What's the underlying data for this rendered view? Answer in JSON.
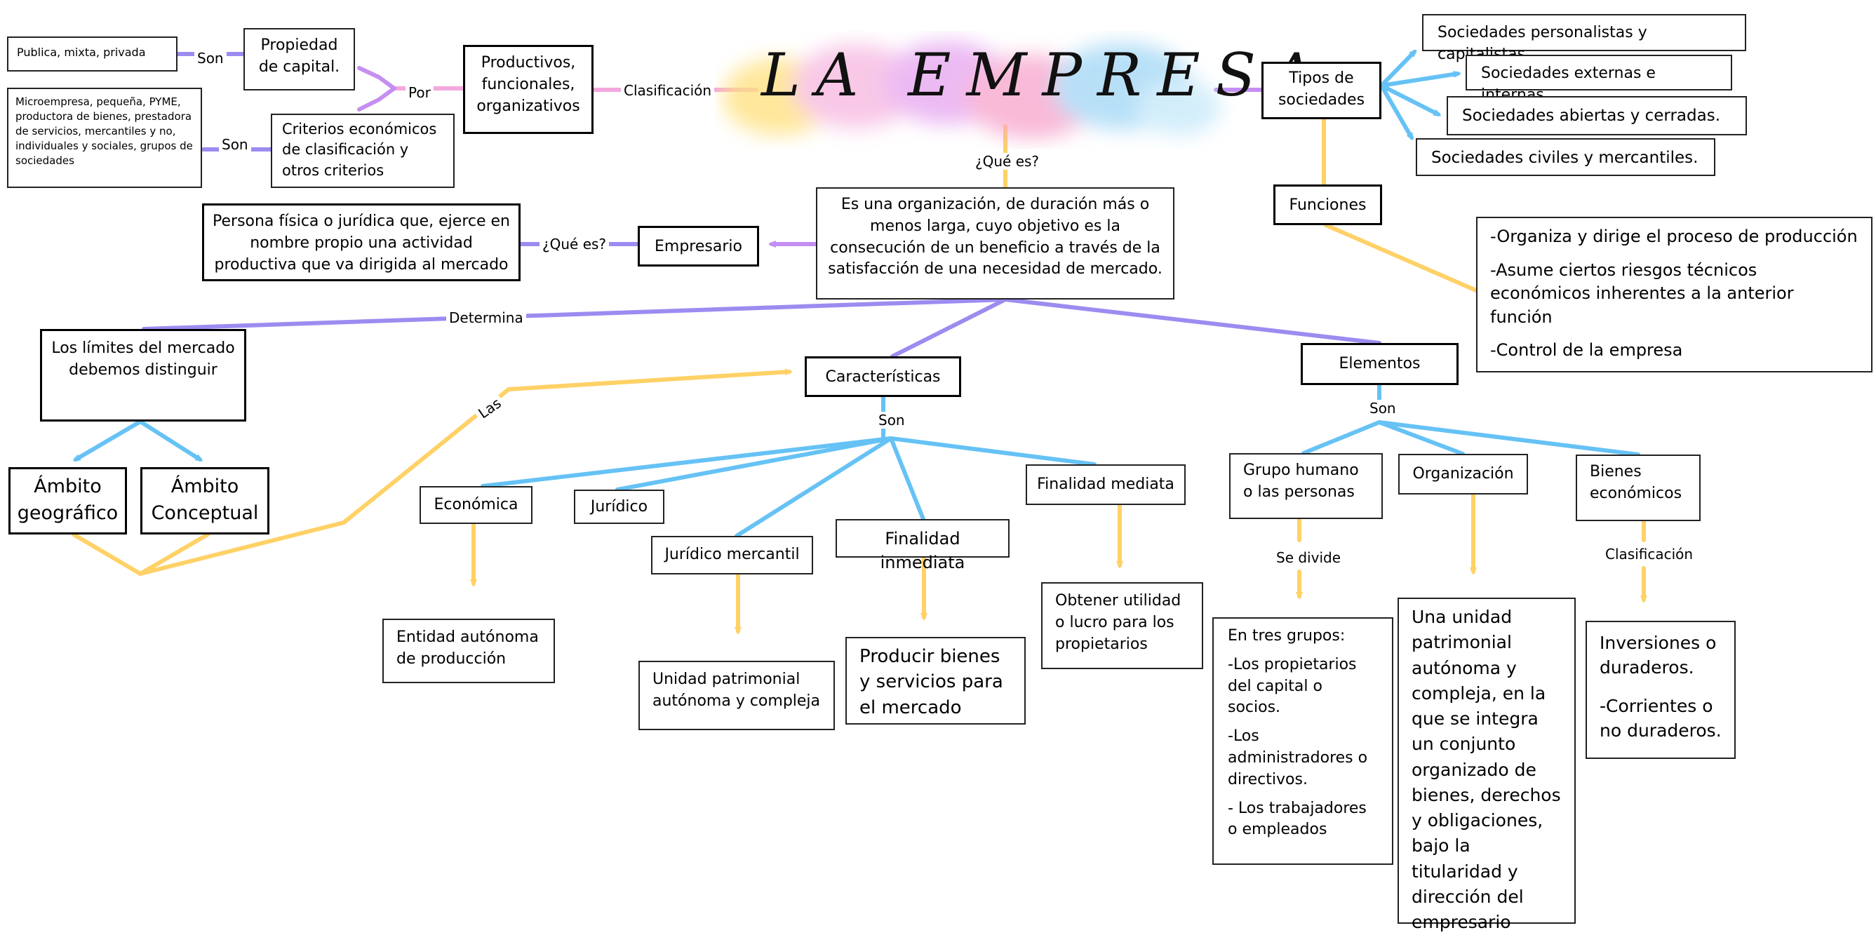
{
  "title": "LA EMPRESA",
  "colors": {
    "purple": "#9b8cf0",
    "violet": "#c58ef2",
    "pink": "#f3a8dd",
    "blue": "#66c2f5",
    "yellow": "#ffd166"
  },
  "nodes": {
    "publica": "Publica, mixta, privada",
    "propiedad": "Propiedad de capital.",
    "productivos": "Productivos, funcionales, organizativos",
    "microempresa": "Microempresa, pequeña, PYME, productora de bienes, prestadora de servicios, mercantiles y no, individuales y sociales, grupos de sociedades",
    "criterios": "Criterios económicos de clasificación y otros criterios",
    "definicion": "Es una organización, de duración más o menos larga, cuyo objetivo es la consecución de un beneficio a través de la satisfacción de una necesidad de mercado.",
    "persona": "Persona física o jurídica que, ejerce en nombre propio una actividad productiva que va dirigida al mercado",
    "empresario": "Empresario",
    "tipos": "Tipos de sociedades",
    "funciones": "Funciones",
    "soc1": "Sociedades personalistas y capitalistas.",
    "soc2": "Sociedades externas e internas.",
    "soc3": "Sociedades abiertas y cerradas.",
    "soc4": "Sociedades civiles y mercantiles.",
    "func_list": [
      "-Organiza y dirige el proceso de producción",
      "-Asume ciertos riesgos técnicos económicos inherentes a la anterior función",
      "-Control de la empresa"
    ],
    "limites": "Los límites del mercado debemos distinguir",
    "ambito_geo": "Ámbito geográfico",
    "ambito_con": "Ámbito Conceptual",
    "caracteristicas": "Características",
    "elementos": "Elementos",
    "economica": "Económica",
    "juridico": "Jurídico",
    "juridico_mercantil": "Jurídico mercantil",
    "finalidad_inmediata": "Finalidad inmediata",
    "finalidad_mediata": "Finalidad mediata",
    "entidad": "Entidad autónoma de producción",
    "unidad_patrimonial": "Unidad patrimonial autónoma y compleja",
    "producir": "Producir bienes y servicios para el mercado",
    "obtener": "Obtener utilidad o lucro para los propietarios",
    "grupo_humano": "Grupo humano o las personas",
    "organizacion": "Organización",
    "bienes": "Bienes económicos",
    "grupos_list": [
      "En tres grupos:",
      "-Los propietarios del capital o socios.",
      "-Los administradores o directivos.",
      "- Los trabajadores o empleados"
    ],
    "organizacion_def": "Una unidad patrimonial autónoma y compleja, en la que se integra un conjunto organizado de bienes, derechos y obligaciones, bajo la titularidad y dirección del empresario",
    "bienes_list": [
      "Inversiones o duraderos.",
      "-Corrientes o no duraderos."
    ]
  },
  "labels": {
    "son_1": "Son",
    "por": "Por",
    "son_2": "Son",
    "clasificacion_1": "Clasificación",
    "que_es_1": "¿Qué es?",
    "que_es_2": "¿Qué es?",
    "determina": "Determina",
    "las": "Las",
    "son_car": "Son",
    "son_elem": "Son",
    "se_divide": "Se divide",
    "clasificacion_2": "Clasificación"
  }
}
